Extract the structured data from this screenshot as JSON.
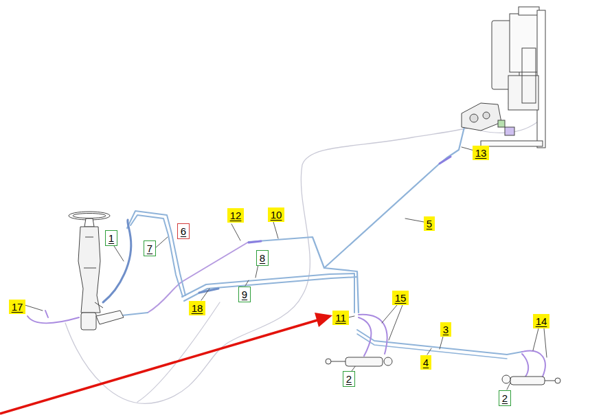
{
  "diagram": {
    "labels": [
      "13",
      "12",
      "10",
      "6",
      "1",
      "7",
      "5",
      "8",
      "9",
      "18",
      "17",
      "11",
      "15",
      "3",
      "14",
      "4",
      "2",
      "2"
    ]
  }
}
